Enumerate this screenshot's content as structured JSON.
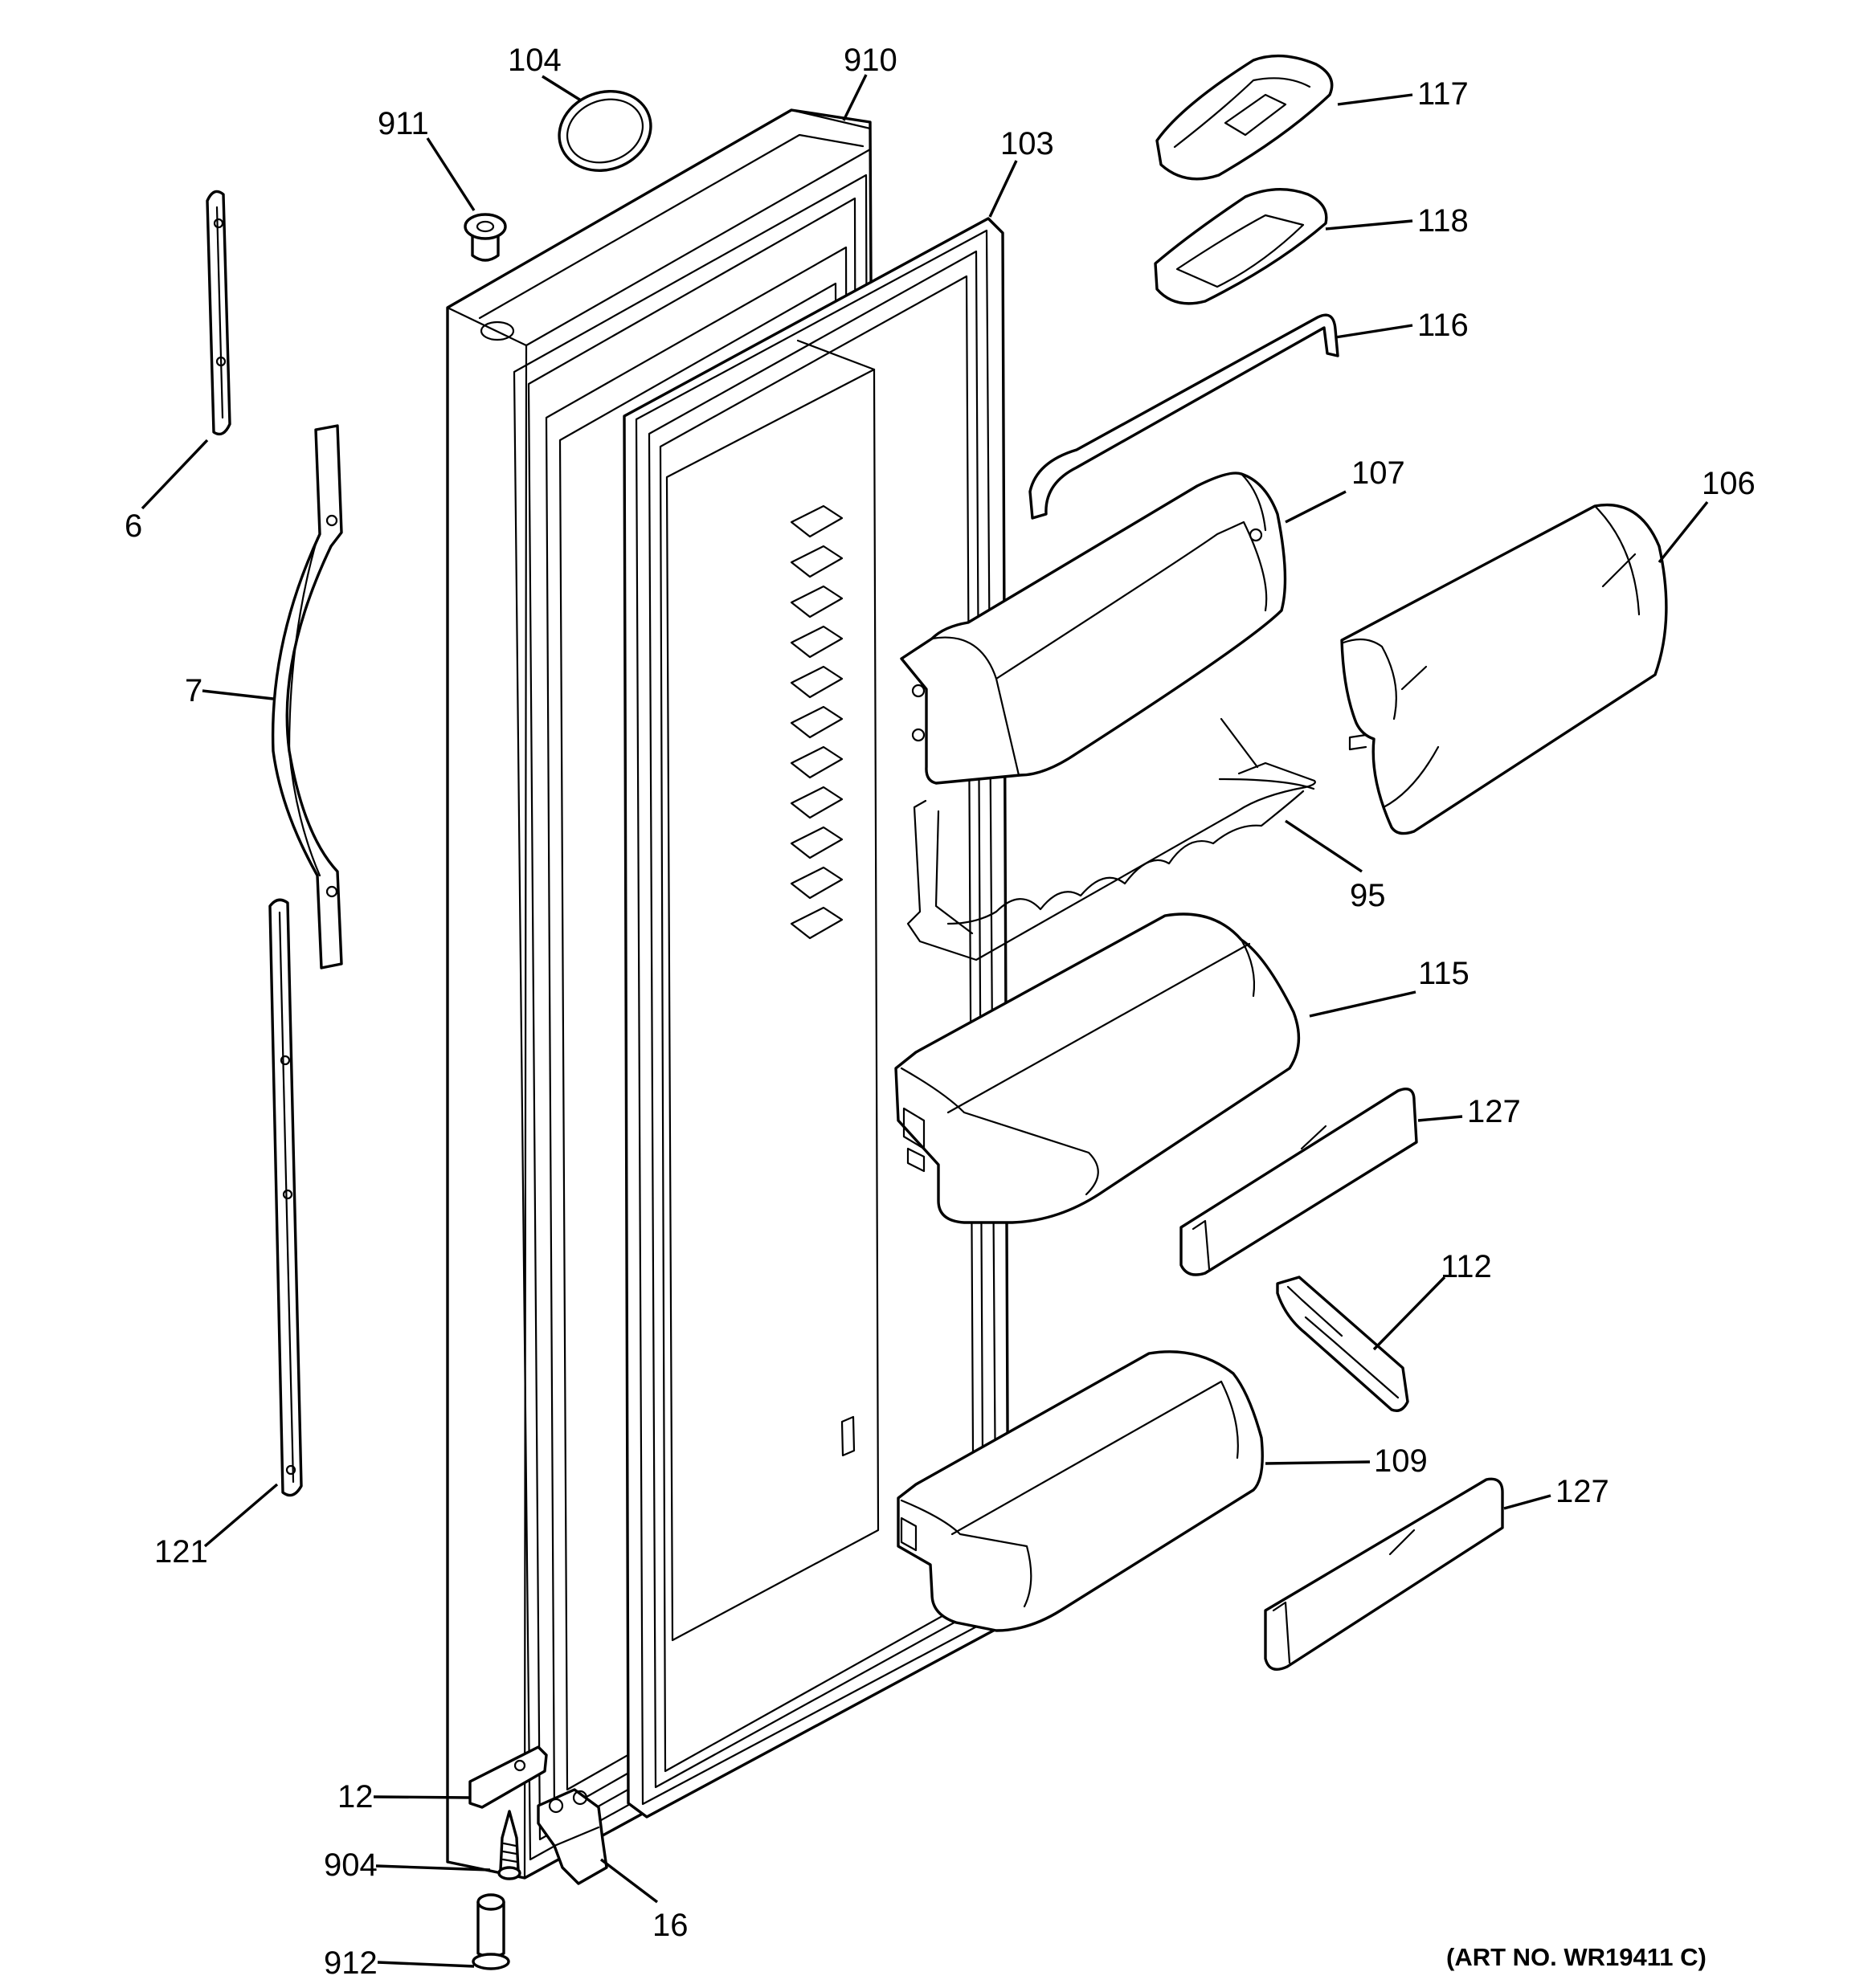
{
  "callouts": {
    "c104": "104",
    "c910": "910",
    "c911": "911",
    "c103": "103",
    "c117": "117",
    "c118": "118",
    "c116": "116",
    "c6": "6",
    "c7": "7",
    "c107": "107",
    "c106": "106",
    "c95": "95",
    "c115": "115",
    "c127a": "127",
    "c112": "112",
    "c109": "109",
    "c127b": "127",
    "c121": "121",
    "c12": "12",
    "c904": "904",
    "c16": "16",
    "c912": "912"
  },
  "art_number": "(ART NO. WR19411 C)"
}
